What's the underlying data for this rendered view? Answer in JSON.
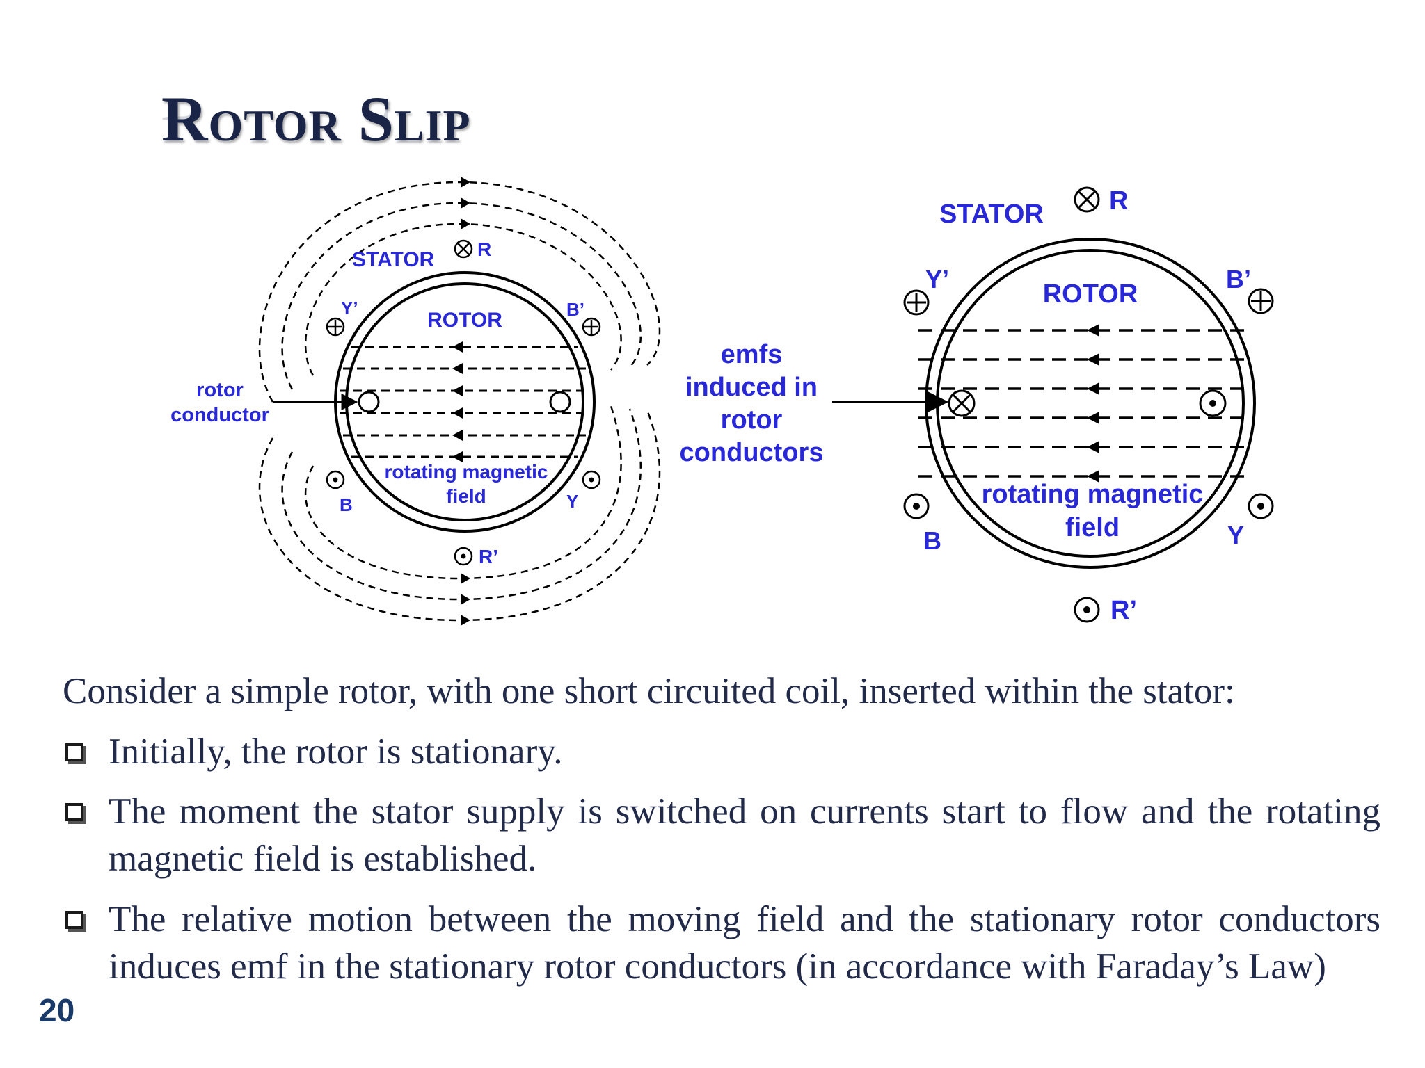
{
  "slide": {
    "title": "Rotor Slip",
    "page_number": "20"
  },
  "left_diagram": {
    "stator_label": "STATOR",
    "rotor_label": "ROTOR",
    "field_label_line1": "rotating magnetic",
    "field_label_line2": "field",
    "conductor_label_line1": "rotor",
    "conductor_label_line2": "conductor",
    "phase_R": "R",
    "phase_R_prime": "R’",
    "phase_Y": "Y",
    "phase_Y_prime": "Y’",
    "phase_B": "B",
    "phase_B_prime": "B’"
  },
  "middle_label": {
    "line1": "emfs",
    "line2": "induced in",
    "line3": "rotor",
    "line4": "conductors"
  },
  "right_diagram": {
    "stator_label": "STATOR",
    "rotor_label": "ROTOR",
    "field_label_line1": "rotating magnetic",
    "field_label_line2": "field",
    "phase_R": "R",
    "phase_R_prime": "R’",
    "phase_Y": "Y",
    "phase_Y_prime": "Y’",
    "phase_B": "B",
    "phase_B_prime": "B’"
  },
  "content": {
    "intro": "Consider a simple rotor, with one short circuited coil, inserted within the stator:",
    "bullets": [
      "Initially, the rotor is stationary.",
      "The moment the stator supply is switched on currents start to flow and the rotating magnetic field is established.",
      "The relative motion between the moving field and the stationary rotor conductors induces emf in the stationary rotor conductors (in accordance with Faraday’s Law)"
    ]
  },
  "colors": {
    "label_blue": "#2828d8",
    "title_navy": "#1a2446",
    "body_text": "#222a4a"
  }
}
